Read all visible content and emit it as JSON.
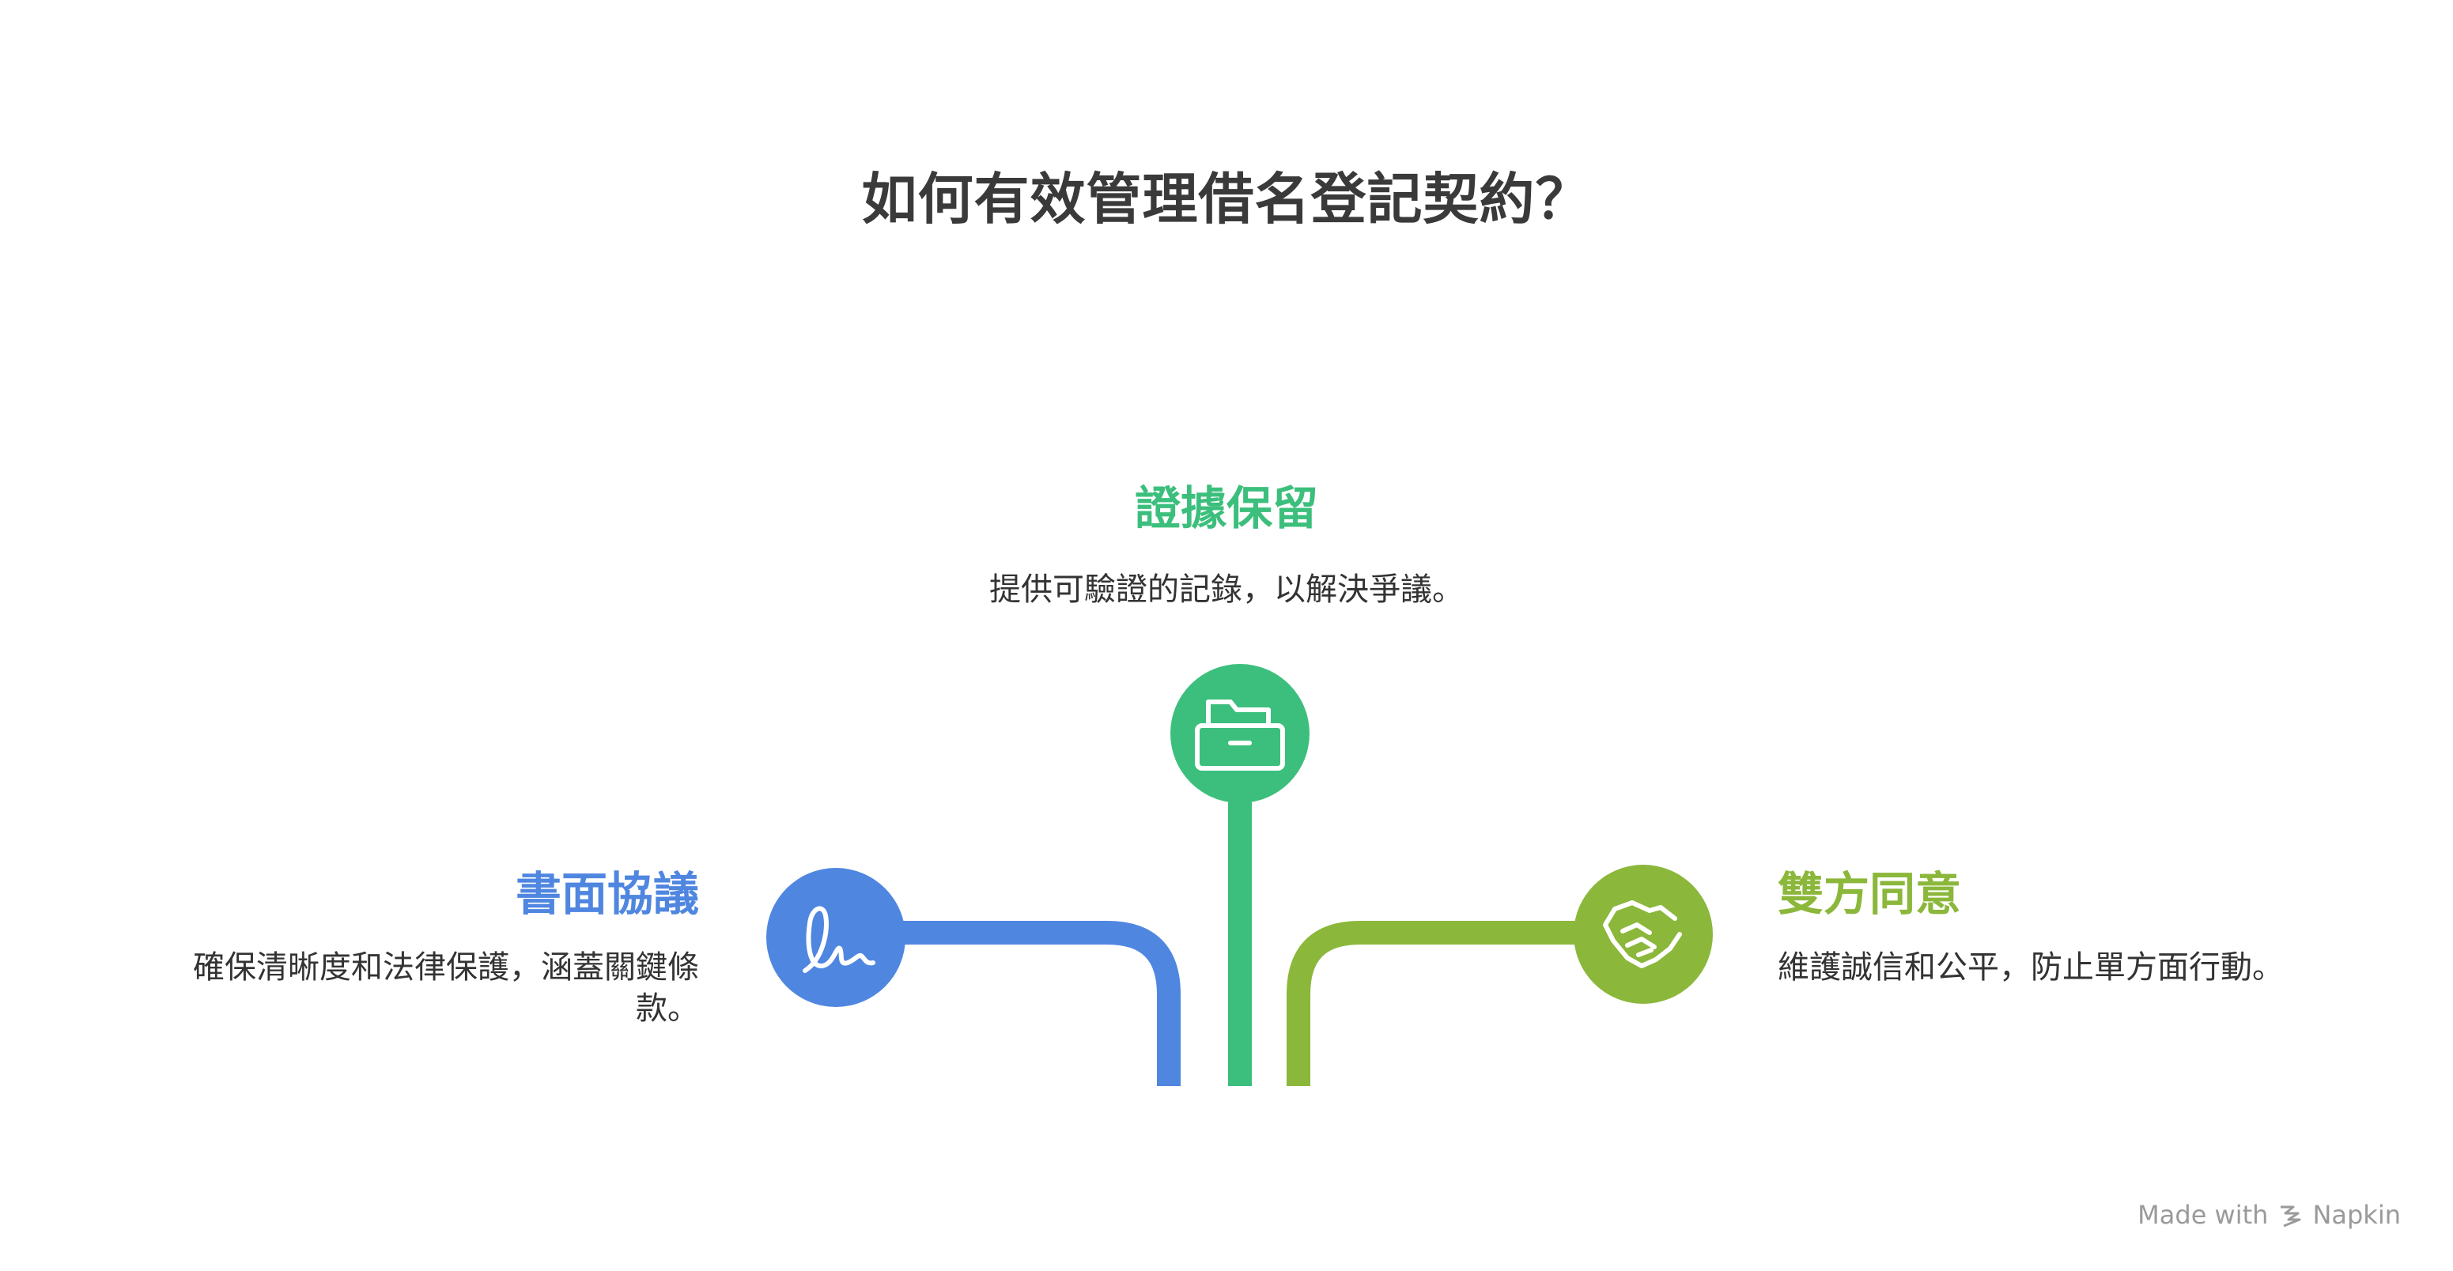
{
  "title": "如何有效管理借名登記契約？",
  "branches": [
    {
      "id": "center",
      "heading": "證據保留",
      "description": "提供可驗證的記錄，以解決爭議。",
      "icon": "file-drawer-icon",
      "color": "#3cbf7c"
    },
    {
      "id": "left",
      "heading": "書面協議",
      "description": "確保清晰度和法律保護，涵蓋關鍵條款。",
      "icon": "signature-icon",
      "color": "#4f86e0"
    },
    {
      "id": "right",
      "heading": "雙方同意",
      "description": "維護誠信和公平，防止單方面行動。",
      "icon": "handshake-icon",
      "color": "#8bb73b"
    }
  ],
  "watermark": {
    "prefix": "Made with",
    "brand": "Napkin"
  }
}
